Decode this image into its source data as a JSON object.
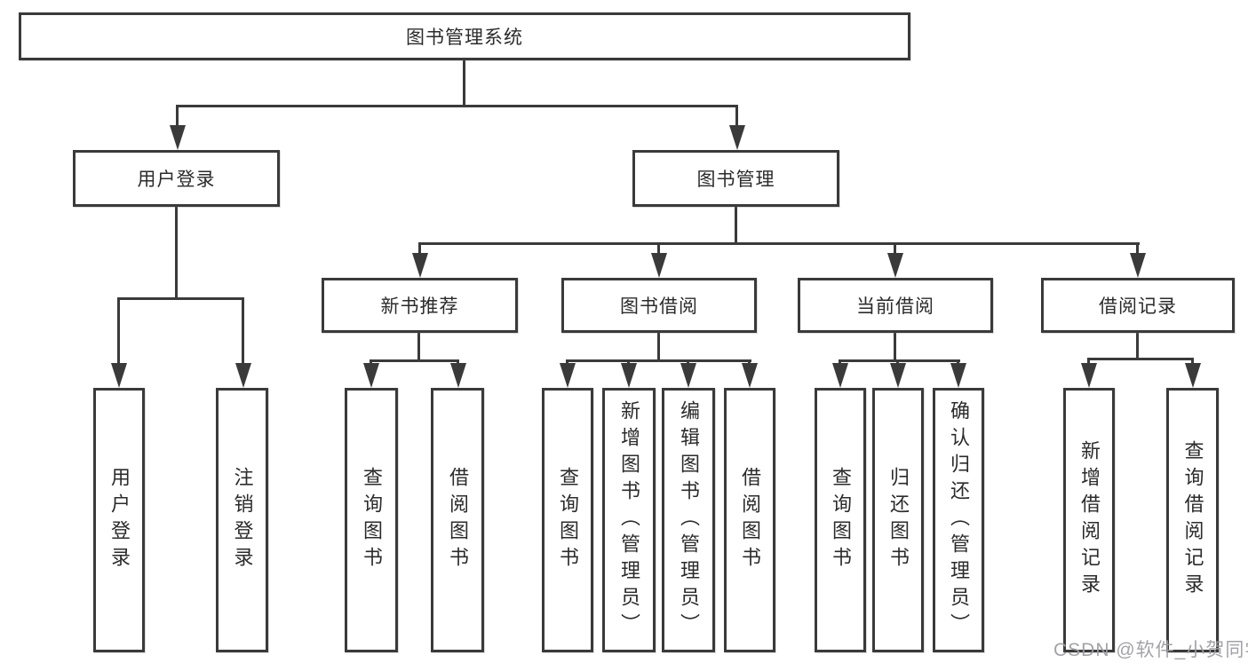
{
  "diagram": {
    "type": "hierarchy-chart",
    "title": "图书管理系统",
    "nodes": [
      {
        "id": "root",
        "label": "图书管理系统",
        "level": 1,
        "parent": null
      },
      {
        "id": "user-login",
        "label": "用户登录",
        "level": 2,
        "parent": "root"
      },
      {
        "id": "book-mgmt",
        "label": "图书管理",
        "level": 2,
        "parent": "root"
      },
      {
        "id": "new-book-rec",
        "label": "新书推荐",
        "level": 3,
        "parent": "book-mgmt"
      },
      {
        "id": "book-borrow",
        "label": "图书借阅",
        "level": 3,
        "parent": "book-mgmt"
      },
      {
        "id": "current-borrow",
        "label": "当前借阅",
        "level": 3,
        "parent": "book-mgmt"
      },
      {
        "id": "borrow-records",
        "label": "借阅记录",
        "level": 3,
        "parent": "book-mgmt"
      },
      {
        "id": "leaf-user-login",
        "label": "用户登录",
        "level": 4,
        "parent": "user-login"
      },
      {
        "id": "leaf-logout",
        "label": "注销登录",
        "level": 4,
        "parent": "user-login"
      },
      {
        "id": "leaf-query-book-1",
        "label": "查询图书",
        "level": 4,
        "parent": "new-book-rec"
      },
      {
        "id": "leaf-borrow-book-1",
        "label": "借阅图书",
        "level": 4,
        "parent": "new-book-rec"
      },
      {
        "id": "leaf-query-book-2",
        "label": "查询图书",
        "level": 4,
        "parent": "book-borrow"
      },
      {
        "id": "leaf-add-book",
        "label": "新增图书（管理员）",
        "level": 4,
        "parent": "book-borrow"
      },
      {
        "id": "leaf-edit-book",
        "label": "编辑图书（管理员）",
        "level": 4,
        "parent": "book-borrow"
      },
      {
        "id": "leaf-borrow-book-2",
        "label": "借阅图书",
        "level": 4,
        "parent": "book-borrow"
      },
      {
        "id": "leaf-query-book-3",
        "label": "查询图书",
        "level": 4,
        "parent": "current-borrow"
      },
      {
        "id": "leaf-return-book",
        "label": "归还图书",
        "level": 4,
        "parent": "current-borrow"
      },
      {
        "id": "leaf-confirm-return",
        "label": "确认归还（管理员）",
        "level": 4,
        "parent": "current-borrow"
      },
      {
        "id": "leaf-add-record",
        "label": "新增借阅记录",
        "level": 4,
        "parent": "borrow-records"
      },
      {
        "id": "leaf-query-record",
        "label": "查询借阅记录",
        "level": 4,
        "parent": "borrow-records"
      }
    ],
    "colors": {
      "line": "#3a3a3a",
      "text": "#2b2b2b",
      "background": "#ffffff",
      "watermark": "#9e9ea2"
    }
  },
  "watermark": {
    "text": "CSDN @软件_小贺同学"
  }
}
